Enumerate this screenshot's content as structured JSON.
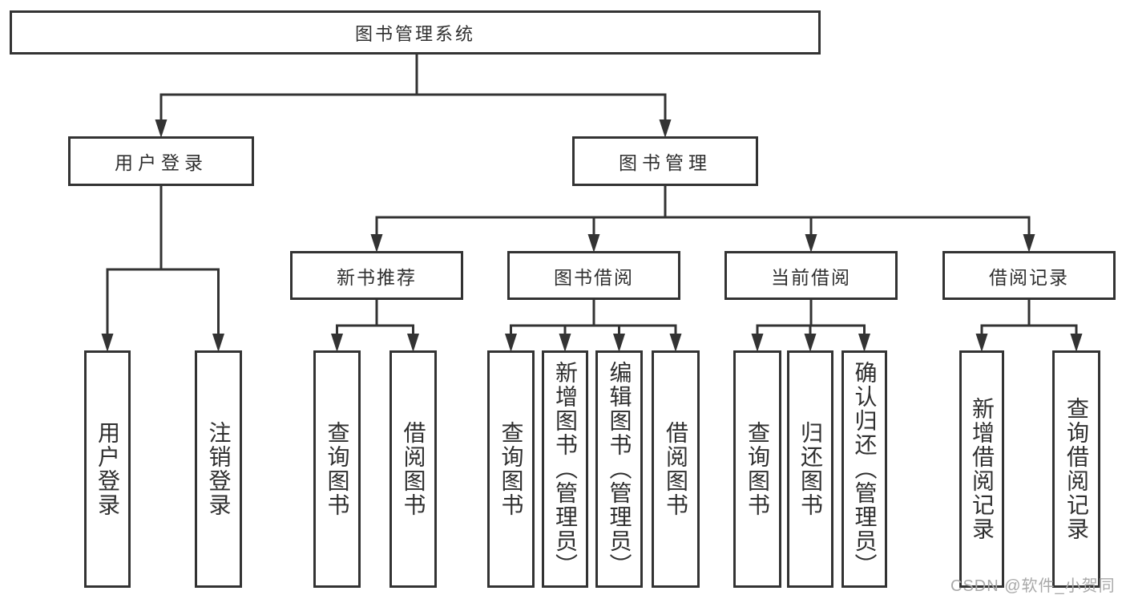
{
  "tree": {
    "root": "图书管理系统",
    "branches": [
      {
        "label": "用户登录",
        "children": [
          "用户登录",
          "注销登录"
        ]
      },
      {
        "label": "图书管理",
        "sections": [
          {
            "label": "新书推荐",
            "children": [
              "查询图书",
              "借阅图书"
            ]
          },
          {
            "label": "图书借阅",
            "children": [
              "查询图书",
              "新增图书（管理员）",
              "编辑图书（管理员）",
              "借阅图书"
            ]
          },
          {
            "label": "当前借阅",
            "children": [
              "查询图书",
              "归还图书",
              "确认归还（管理员）"
            ]
          },
          {
            "label": "借阅记录",
            "children": [
              "新增借阅记录",
              "查询借阅记录"
            ]
          }
        ]
      }
    ]
  },
  "watermark": {
    "text": "CSDN @软件_小贺同学"
  },
  "colors": {
    "line": "#333333",
    "box_border": "#333333",
    "text": "#2f2f2f",
    "watermark": "#a9a9a9",
    "background": "#ffffff"
  }
}
